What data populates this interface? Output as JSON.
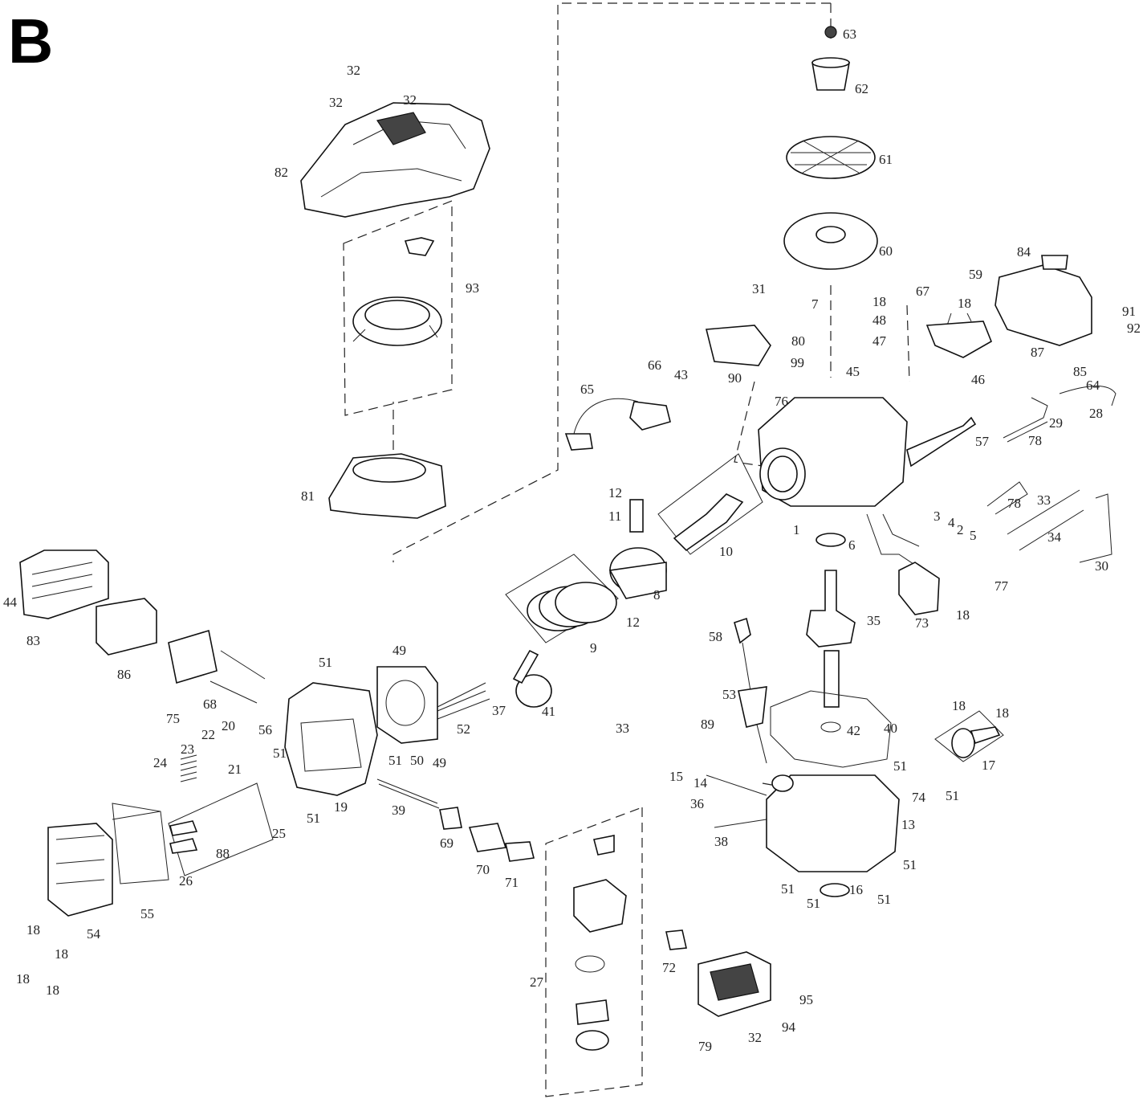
{
  "figure_letter": "B",
  "callouts": [
    {
      "id": "c63",
      "text": "63"
    },
    {
      "id": "c62",
      "text": "62"
    },
    {
      "id": "c61",
      "text": "61"
    },
    {
      "id": "c60",
      "text": "60"
    },
    {
      "id": "c32a",
      "text": "32"
    },
    {
      "id": "c32b",
      "text": "32"
    },
    {
      "id": "c32c",
      "text": "32"
    },
    {
      "id": "c82",
      "text": "82"
    },
    {
      "id": "c93",
      "text": "93"
    },
    {
      "id": "c81",
      "text": "81"
    },
    {
      "id": "c84",
      "text": "84"
    },
    {
      "id": "c59",
      "text": "59"
    },
    {
      "id": "c91",
      "text": "91"
    },
    {
      "id": "c92",
      "text": "92"
    },
    {
      "id": "c87",
      "text": "87"
    },
    {
      "id": "c85",
      "text": "85"
    },
    {
      "id": "c64",
      "text": "64"
    },
    {
      "id": "c28",
      "text": "28"
    },
    {
      "id": "c29",
      "text": "29"
    },
    {
      "id": "c78a",
      "text": "78"
    },
    {
      "id": "c46",
      "text": "46"
    },
    {
      "id": "c18a",
      "text": "18"
    },
    {
      "id": "c67",
      "text": "67"
    },
    {
      "id": "c31",
      "text": "31"
    },
    {
      "id": "c7",
      "text": "7"
    },
    {
      "id": "c18b",
      "text": "18"
    },
    {
      "id": "c48",
      "text": "48"
    },
    {
      "id": "c47",
      "text": "47"
    },
    {
      "id": "c80",
      "text": "80"
    },
    {
      "id": "c99",
      "text": "99"
    },
    {
      "id": "c45",
      "text": "45"
    },
    {
      "id": "c90",
      "text": "90"
    },
    {
      "id": "c76",
      "text": "76"
    },
    {
      "id": "c66",
      "text": "66"
    },
    {
      "id": "c43",
      "text": "43"
    },
    {
      "id": "c65",
      "text": "65"
    },
    {
      "id": "c57",
      "text": "57"
    },
    {
      "id": "c1",
      "text": "1"
    },
    {
      "id": "c6",
      "text": "6"
    },
    {
      "id": "c12a",
      "text": "12"
    },
    {
      "id": "c11",
      "text": "11"
    },
    {
      "id": "c10",
      "text": "10"
    },
    {
      "id": "c8",
      "text": "8"
    },
    {
      "id": "c12b",
      "text": "12"
    },
    {
      "id": "c9",
      "text": "9"
    },
    {
      "id": "c3",
      "text": "3"
    },
    {
      "id": "c4",
      "text": "4"
    },
    {
      "id": "c2",
      "text": "2"
    },
    {
      "id": "c5",
      "text": "5"
    },
    {
      "id": "c78b",
      "text": "78"
    },
    {
      "id": "c33a",
      "text": "33"
    },
    {
      "id": "c34",
      "text": "34"
    },
    {
      "id": "c30",
      "text": "30"
    },
    {
      "id": "c77",
      "text": "77"
    },
    {
      "id": "c73",
      "text": "73"
    },
    {
      "id": "c18c",
      "text": "18"
    },
    {
      "id": "c35",
      "text": "35"
    },
    {
      "id": "c58",
      "text": "58"
    },
    {
      "id": "c53",
      "text": "53"
    },
    {
      "id": "c89",
      "text": "89"
    },
    {
      "id": "c42",
      "text": "42"
    },
    {
      "id": "c40",
      "text": "40"
    },
    {
      "id": "c18d",
      "text": "18"
    },
    {
      "id": "c18e",
      "text": "18"
    },
    {
      "id": "c17",
      "text": "17"
    },
    {
      "id": "c15",
      "text": "15"
    },
    {
      "id": "c14",
      "text": "14"
    },
    {
      "id": "c51a",
      "text": "51"
    },
    {
      "id": "c74",
      "text": "74"
    },
    {
      "id": "c51b",
      "text": "51"
    },
    {
      "id": "c36",
      "text": "36"
    },
    {
      "id": "c13",
      "text": "13"
    },
    {
      "id": "c38",
      "text": "38"
    },
    {
      "id": "c51c",
      "text": "51"
    },
    {
      "id": "c51d",
      "text": "51"
    },
    {
      "id": "c51e",
      "text": "51"
    },
    {
      "id": "c16",
      "text": "16"
    },
    {
      "id": "c51f",
      "text": "51"
    },
    {
      "id": "c44",
      "text": "44"
    },
    {
      "id": "c83",
      "text": "83"
    },
    {
      "id": "c86",
      "text": "86"
    },
    {
      "id": "c75",
      "text": "75"
    },
    {
      "id": "c68",
      "text": "68"
    },
    {
      "id": "c51g",
      "text": "51"
    },
    {
      "id": "c49a",
      "text": "49"
    },
    {
      "id": "c56",
      "text": "56"
    },
    {
      "id": "c20",
      "text": "20"
    },
    {
      "id": "c22",
      "text": "22"
    },
    {
      "id": "c21",
      "text": "21"
    },
    {
      "id": "c23",
      "text": "23"
    },
    {
      "id": "c24",
      "text": "24"
    },
    {
      "id": "c51h",
      "text": "51"
    },
    {
      "id": "c51i",
      "text": "51"
    },
    {
      "id": "c50",
      "text": "50"
    },
    {
      "id": "c49b",
      "text": "49"
    },
    {
      "id": "c52",
      "text": "52"
    },
    {
      "id": "c37",
      "text": "37"
    },
    {
      "id": "c41",
      "text": "41"
    },
    {
      "id": "c33b",
      "text": "33"
    },
    {
      "id": "c19",
      "text": "19"
    },
    {
      "id": "c51j",
      "text": "51"
    },
    {
      "id": "c25",
      "text": "25"
    },
    {
      "id": "c39",
      "text": "39"
    },
    {
      "id": "c69",
      "text": "69"
    },
    {
      "id": "c88",
      "text": "88"
    },
    {
      "id": "c26",
      "text": "26"
    },
    {
      "id": "c55",
      "text": "55"
    },
    {
      "id": "c54",
      "text": "54"
    },
    {
      "id": "c70",
      "text": "70"
    },
    {
      "id": "c71",
      "text": "71"
    },
    {
      "id": "c18f",
      "text": "18"
    },
    {
      "id": "c18g",
      "text": "18"
    },
    {
      "id": "c18h",
      "text": "18"
    },
    {
      "id": "c18i",
      "text": "18"
    },
    {
      "id": "c27",
      "text": "27"
    },
    {
      "id": "c72",
      "text": "72"
    },
    {
      "id": "c79",
      "text": "79"
    },
    {
      "id": "c32d",
      "text": "32"
    },
    {
      "id": "c94",
      "text": "94"
    },
    {
      "id": "c95",
      "text": "95"
    }
  ]
}
